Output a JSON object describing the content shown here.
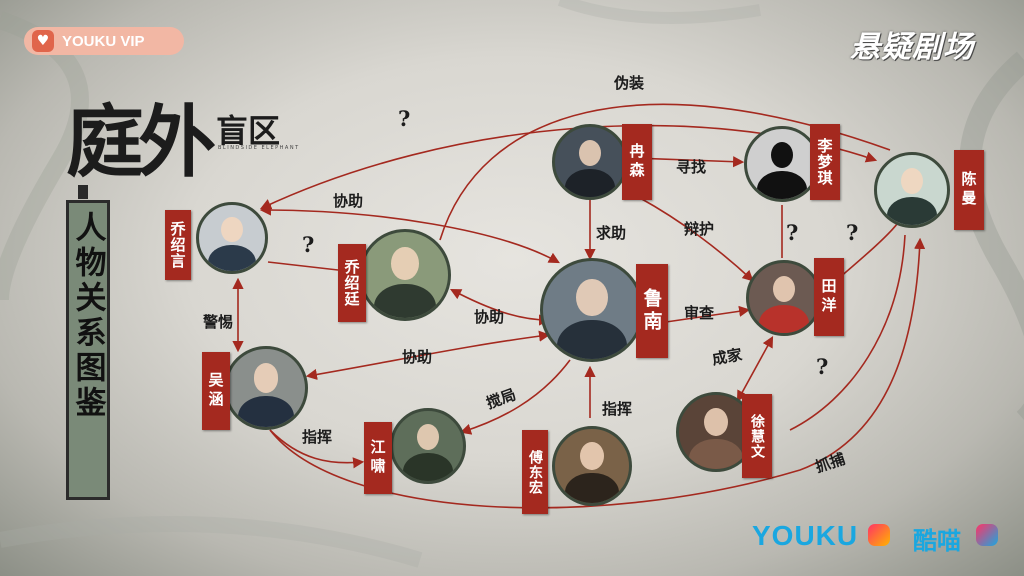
{
  "brand": {
    "vip_label": "YOUKU VIP",
    "series_tag": "悬疑剧场",
    "youku_logo": "YOUKU",
    "kumiao_logo": "酷喵",
    "youku_colors": [
      "#1aa7e0",
      "#ff3366",
      "#ffb400"
    ]
  },
  "title": {
    "main": "庭外",
    "sub": "盲区",
    "english": "BLINDSIDE ELEPHANT"
  },
  "side_panel": {
    "text": "人物关系图鉴"
  },
  "characters": [
    {
      "name": "乔绍言",
      "palette": [
        "#c7ccd0",
        "#2b3a4a"
      ]
    },
    {
      "name": "乔绍廷",
      "palette": [
        "#8a9a7a",
        "#2f3a30"
      ]
    },
    {
      "name": "冉森",
      "palette": [
        "#46505a",
        "#1d2228"
      ]
    },
    {
      "name": "李梦琪",
      "palette": [
        "#cfcfcf",
        "#111111"
      ]
    },
    {
      "name": "陈曼",
      "palette": [
        "#c9d7cf",
        "#2a3a36"
      ]
    },
    {
      "name": "鲁南",
      "palette": [
        "#6f7c86",
        "#26303a"
      ]
    },
    {
      "name": "田洋",
      "palette": [
        "#6c5a52",
        "#b8322b"
      ]
    },
    {
      "name": "吴涵",
      "palette": [
        "#8a8f8c",
        "#243040"
      ]
    },
    {
      "name": "江啸",
      "palette": [
        "#5e6e5a",
        "#2a3528"
      ]
    },
    {
      "name": "傅东宏",
      "palette": [
        "#7a6248",
        "#2c241c"
      ]
    },
    {
      "name": "徐慧文",
      "palette": [
        "#5a4438",
        "#7a5a48"
      ]
    }
  ],
  "relations": [
    {
      "label": "伪装"
    },
    {
      "label": "协助"
    },
    {
      "label": "寻找"
    },
    {
      "label": "求助"
    },
    {
      "label": "辩护"
    },
    {
      "label": "警惕"
    },
    {
      "label": "协助"
    },
    {
      "label": "审查"
    },
    {
      "label": "协助"
    },
    {
      "label": "成家"
    },
    {
      "label": "搅局"
    },
    {
      "label": "指挥"
    },
    {
      "label": "指挥"
    },
    {
      "label": "抓捕"
    }
  ],
  "question_marks": [
    "?",
    "?",
    "?",
    "?",
    "?"
  ],
  "edge_color": "#a4291f"
}
